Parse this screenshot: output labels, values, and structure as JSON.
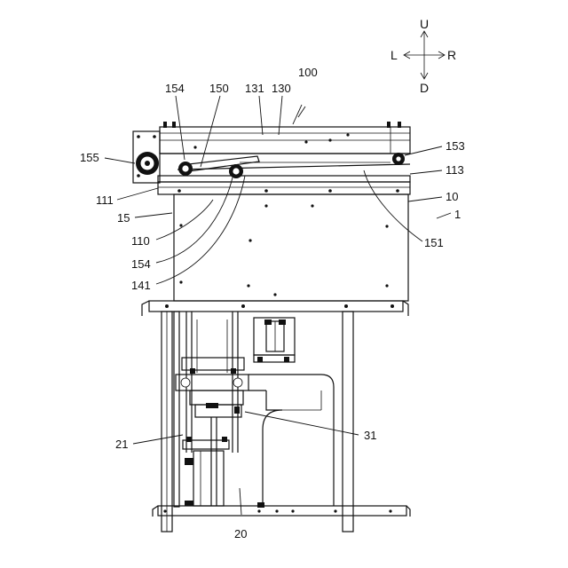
{
  "directions": {
    "up": "U",
    "down": "D",
    "left": "L",
    "right": "R"
  },
  "labels": {
    "l100": "100",
    "l154_top": "154",
    "l150": "150",
    "l131": "131",
    "l130": "130",
    "l155": "155",
    "l153": "153",
    "l113": "113",
    "l111": "111",
    "l10": "10",
    "l15": "15",
    "l1": "1",
    "l110": "110",
    "l151": "151",
    "l154_bottom": "154",
    "l141": "141",
    "l31": "31",
    "l21": "21",
    "l20": "20"
  }
}
